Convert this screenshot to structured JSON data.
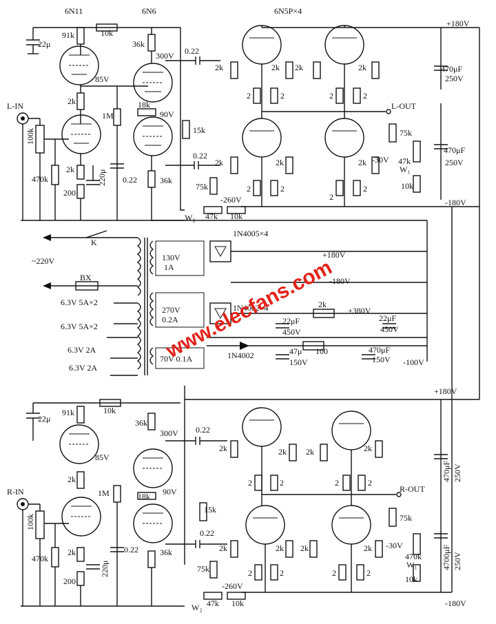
{
  "labels": {
    "tube_6n11": "6N11",
    "tube_6n6": "6N6",
    "tube_6n5p": "6N5P×4",
    "l_in": "L-IN",
    "l_out": "L-OUT",
    "r_in": "R-IN",
    "r_out": "R-OUT",
    "mains": "~220V",
    "switch": "K",
    "fuse": "BX",
    "plus180": "+180V",
    "minus180": "-180V",
    "plus380": "+380V",
    "minus100": "-100V",
    "minus260": "-260V",
    "minus30": "-30V",
    "v300": "300V",
    "v85": "85V",
    "v90": "90V",
    "w1": "W₁",
    "w2": "W₂",
    "diode_bridge": "1N4005×4",
    "diode_bridge2": "1N4002×4",
    "diode_single": "1N4002",
    "sec1": "130V",
    "sec1b": "1A",
    "sec2": "270V",
    "sec2b": "0.2A",
    "sec3": "70V 0.1A",
    "heater1": "6.3V 5A×2",
    "heater2": "6.3V 5A×2",
    "heater3": "6.3V 2A",
    "heater4": "6.3V 2A",
    "watermark": "www.elecfans.com"
  },
  "components": {
    "r91k": "91k",
    "r10k": "10k",
    "c22u": "22μ",
    "r36k": "36k",
    "c022": "0.22",
    "r2k": "2k",
    "r1m": "1M",
    "r18k": "18k",
    "r100k": "100k",
    "r470k": "470k",
    "r200": "200",
    "c220u": "220μ",
    "r15k": "15k",
    "r75k": "75k",
    "r47k": "47k",
    "r2": "2",
    "c470u": "470μF",
    "v250": "250V",
    "c4700u": "4700μF",
    "c22uf": "22μF",
    "v450": "450V",
    "c47u": "47μ",
    "v150": "150V",
    "r100": "100"
  }
}
